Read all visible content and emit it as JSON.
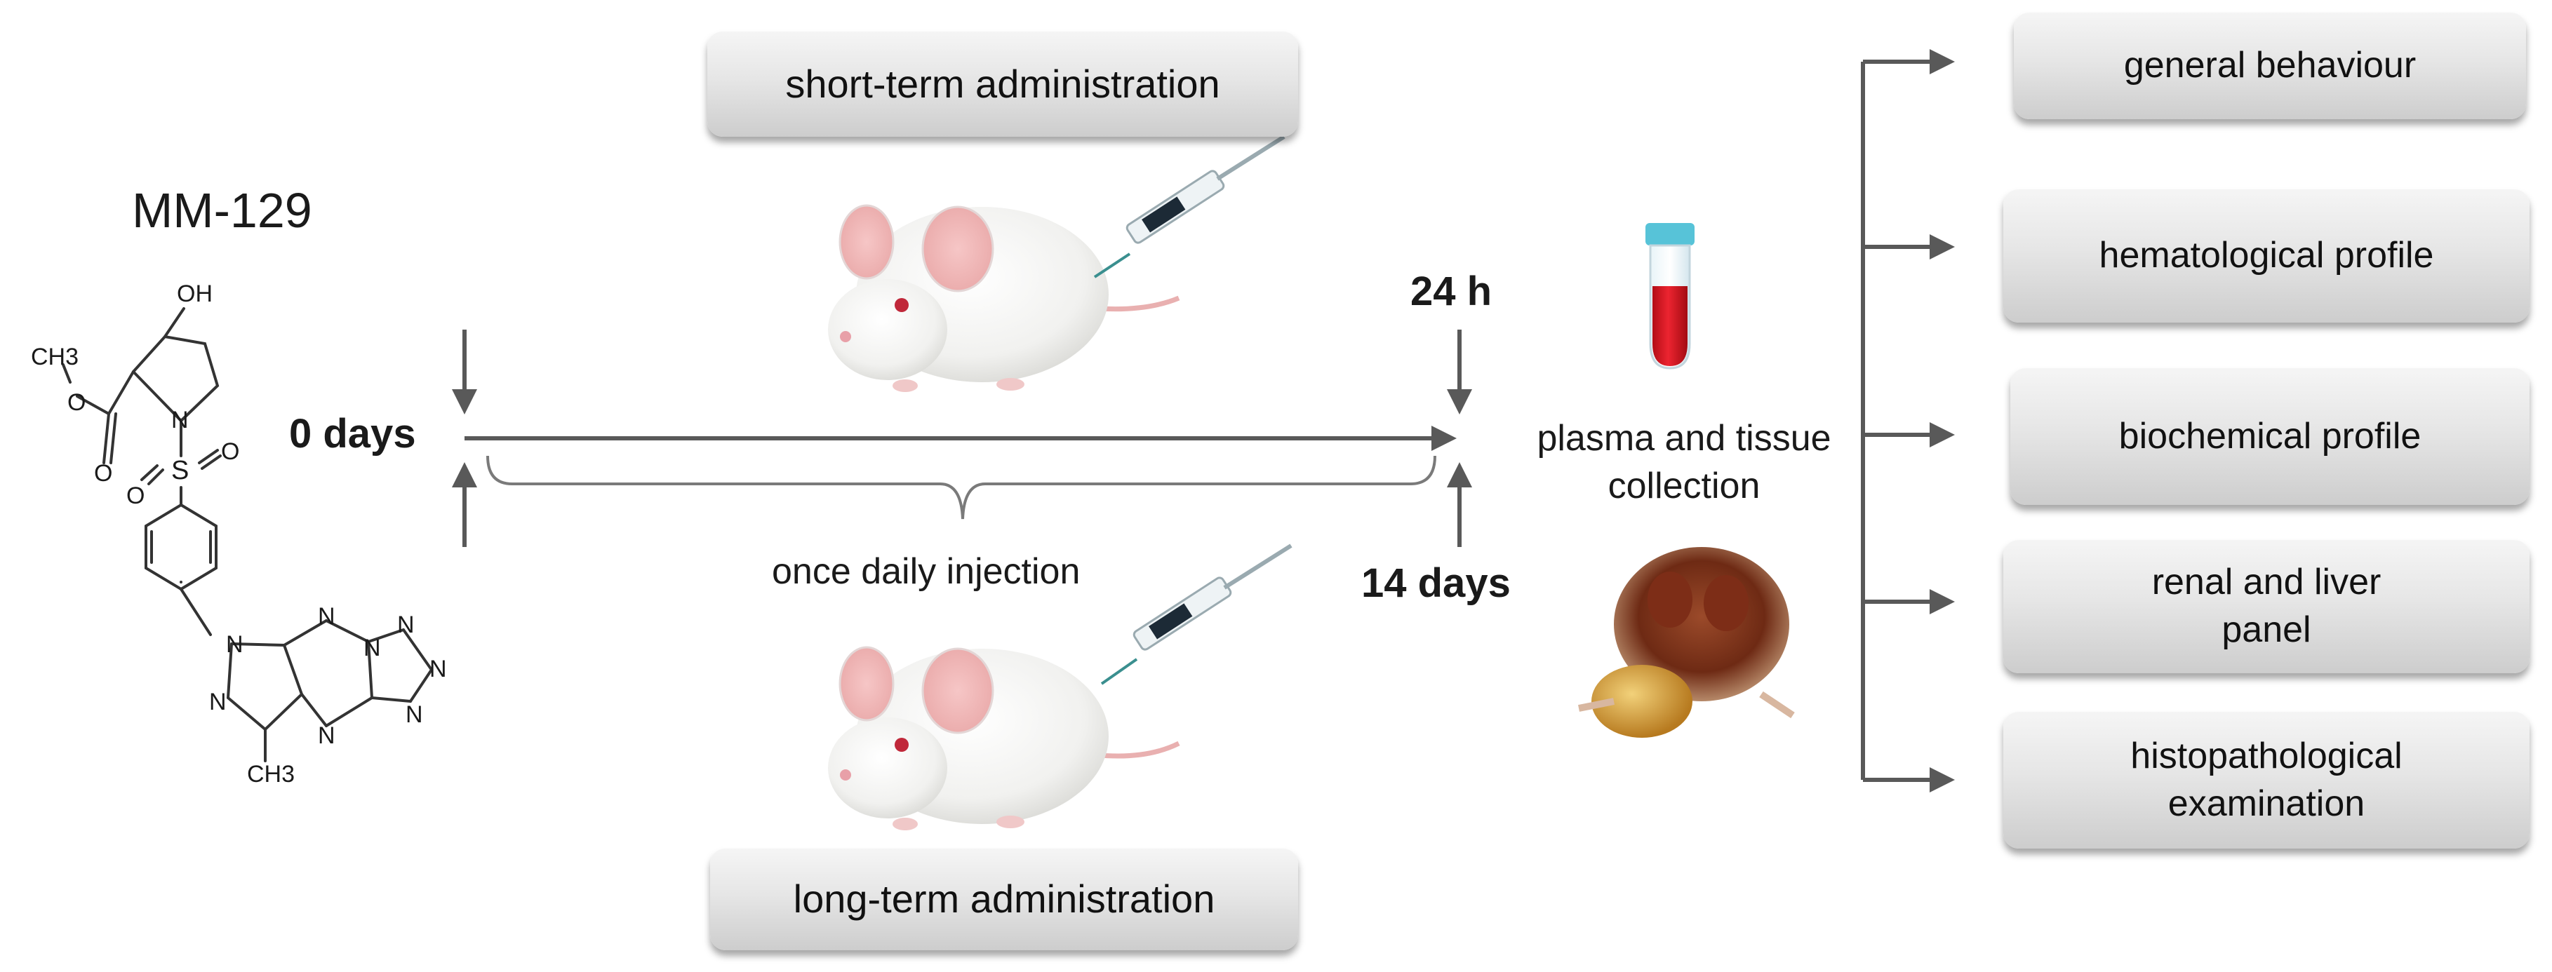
{
  "compound": {
    "name": "MM-129",
    "atoms": {
      "oh": "OH",
      "ch3_top": "CH3",
      "o1": "O",
      "o2": "O",
      "n_pyrrolidine": "N",
      "s": "S",
      "o3": "O",
      "o4": "O",
      "n1": "N",
      "n2": "N",
      "n3": "N",
      "n4": "N",
      "n5": "N",
      "n6": "N",
      "n7": "N",
      "n8": "N",
      "ch3_bottom": "CH3"
    }
  },
  "timeline": {
    "start_label": "0 days",
    "short_end_label": "24 h",
    "long_end_label": "14 days",
    "injection_label": "once daily injection",
    "collection_label_line1": "plasma and tissue",
    "collection_label_line2": "collection"
  },
  "boxes": {
    "short_term": "short-term administration",
    "long_term": "long-term administration"
  },
  "outcomes": [
    {
      "line1": "general behaviour",
      "line2": ""
    },
    {
      "line1": "hematological profile",
      "line2": ""
    },
    {
      "line1": "biochemical profile",
      "line2": ""
    },
    {
      "line1": "renal and liver",
      "line2": "panel"
    },
    {
      "line1": "histopathological",
      "line2": "examination"
    }
  ],
  "colors": {
    "arrow": "#595959",
    "tube_liquid": "#d9121e",
    "tube_cap": "#57c3d8",
    "syringe_needle": "#3a8f8f"
  }
}
